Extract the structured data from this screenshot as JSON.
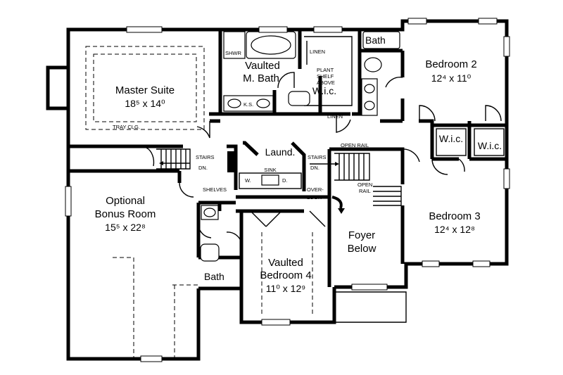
{
  "rooms": {
    "master_suite": {
      "name": "Master Suite",
      "dim": "18⁵ x 14⁰",
      "ceiling": "TRAY CLG."
    },
    "vaulted_m_bath": {
      "name_1": "Vaulted",
      "name_2": "M. Bath",
      "shower": "SHWR",
      "ks": "K.S."
    },
    "linen_top": "LINEN",
    "plant_shelf": [
      "PLANT",
      "SHELF",
      "ABOVE"
    ],
    "wic_master": "W.i.c.",
    "linen_hall": "LINEN",
    "bath_top": "Bath",
    "bedroom_2": {
      "name": "Bedroom 2",
      "dim": "12⁴ x 11⁰"
    },
    "wic_b3_a": "W.i.c.",
    "wic_b3_b": "W.i.c.",
    "bedroom_3": {
      "name": "Bedroom 3",
      "dim": "12⁴ x 12⁸"
    },
    "laundry": {
      "name": "Laund.",
      "sink": "SINK",
      "w": "W.",
      "d": "D."
    },
    "open_rail_top": "OPEN RAIL",
    "open_rail_side": [
      "OPEN",
      "RAIL"
    ],
    "stairs_left": [
      "STAIRS",
      "DN."
    ],
    "stairs_right": [
      "STAIRS",
      "DN."
    ],
    "overlook": [
      "OVER-",
      "LOOK"
    ],
    "shelves": "SHELVES",
    "bonus_room": {
      "name_1": "Optional",
      "name_2": "Bonus Room",
      "dim": "15⁵ x 22⁸"
    },
    "bath_lower": "Bath",
    "bedroom_4": {
      "name_1": "Vaulted",
      "name_2": "Bedroom 4",
      "dim": "11⁰ x 12⁹"
    },
    "foyer": {
      "name_1": "Foyer",
      "name_2": "Below"
    }
  }
}
